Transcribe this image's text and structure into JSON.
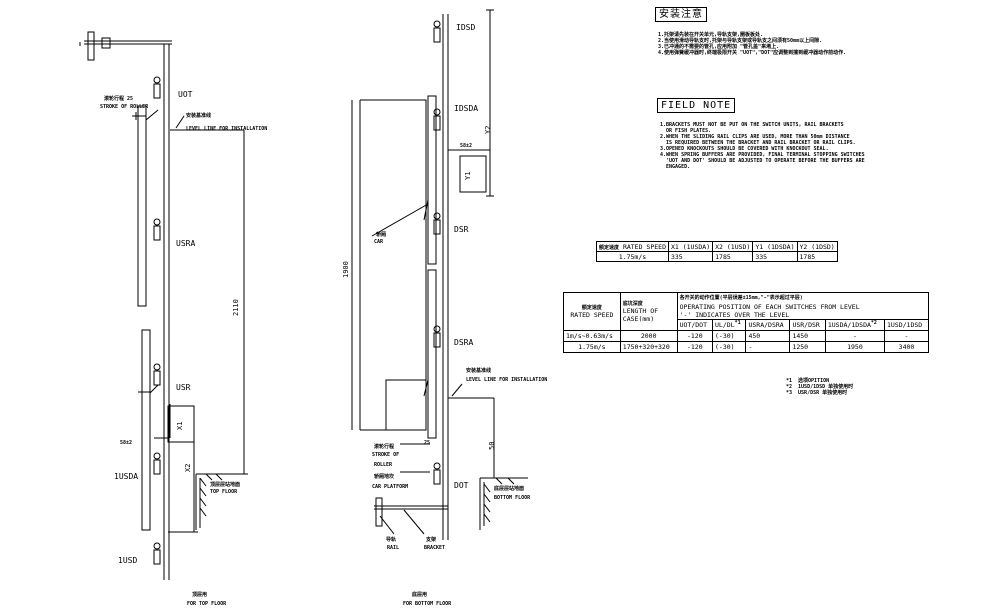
{
  "left_view": {
    "labels": {
      "uot": "UOT",
      "usra": "USRA",
      "usr": "USR",
      "iusda": "1USDA",
      "iusd": "1USD",
      "stroke_cn": "滚轮行程 25",
      "stroke_en": "STROKE OF ROLLER",
      "level_cn": "安装基准线",
      "level_en": "LEVEL LINE FOR INSTALLATION",
      "top_floor_cn": "顶层层站地面",
      "top_floor_en": "TOP FLOOR",
      "dim_2110": "2110",
      "x1": "X1",
      "x2": "X2",
      "dim_58": "58±2",
      "caption_cn": "顶层用",
      "caption_en": "FOR TOP FLOOR"
    }
  },
  "right_view": {
    "labels": {
      "idsd": "IDSD",
      "idsda": "IDSDA",
      "dsr": "DSR",
      "dsra": "DSRA",
      "dot": "DOT",
      "y1": "Y1",
      "y2": "Y2",
      "dim_58": "58±2",
      "car_cn": "轿厢",
      "car_en": "CAR",
      "dim_1900": "1900",
      "level_cn": "安装基准线",
      "level_en": "LEVEL LINE FOR INSTALLATION",
      "stroke_cn": "滚轮行程",
      "stroke_25": "25",
      "stroke_en1": "STROKE OF",
      "stroke_en2": "ROLLER",
      "car_platform_cn": "轿厢地坎",
      "car_platform_en": "CAR PLATFORM",
      "dim_50": "50",
      "bottom_floor_cn": "底层层站地面",
      "bottom_floor_en": "BOTTOM FLOOR",
      "rail_cn": "导轨",
      "rail_en": "RAIL",
      "bracket_cn": "支架",
      "bracket_en": "BRACKET",
      "caption_cn": "底层用",
      "caption_en": "FOR BOTTOM FLOOR"
    }
  },
  "notes_cn": {
    "title": "安装注意",
    "lines": [
      "1.托架请先装在开关单元,导轨支架,圈板板处.",
      "2.当使用滑动导轨支时,托架与导轨支架或导轨支之间须有50mm以上间隙.",
      "3.已冲通的不需要的管孔,应用附加 \"管孔盖\"来堵上.",
      "4.使用弹簧缓冲器时,终端极限开关 \"UOT\",\"DOT\"应调整到撞到缓冲器动作前动作."
    ]
  },
  "notes_en": {
    "title": "FIELD NOTE",
    "lines": [
      "1.BRACKETS MUST NOT BE PUT ON THE SWITCH UNITS, RAIL BRACKETS",
      "  OR FISH PLATES.",
      "2.WHEN THE SLIDING RAIL CLIPS ARE USED, MORE THAN 50mm DISTANCE",
      "  IS REQUIRED BETWEEN THE BRACKET AND RAIL BRACKET OR RAIL CLIPS.",
      "3.OPENED KNOCKOUTS SHOULD BE COVERED WITH KNOCKOUT SEAL.",
      "4.WHEN SPRING BUFFERS ARE PROVIDED, FINAL TERMINAL STOPPING SWITCHES",
      "  'UOT AND DOT' SHOULD BE ADJUSTED TO OPERATE BEFORE THE BUFFERS ARE",
      "  ENGAGED."
    ]
  },
  "table_speed": {
    "headers": [
      "额定速度",
      "RATED SPEED",
      "X1 (1USDA)",
      "X2 (1USD)",
      "Y1 (1DSDA)",
      "Y2 (1DSD)"
    ],
    "row": [
      "1.75m/s",
      "335",
      "1785",
      "335",
      "1785"
    ]
  },
  "table_positions": {
    "h_rated_cn": "额定速度",
    "h_rated_en": "RATED SPEED",
    "h_length_cn": "底坑深度",
    "h_length_en1": "LENGTH OF",
    "h_length_en2": "CASE(mm)",
    "h_op_cn": "各开关的动作位置(平层误差±15mm,\"-\"表示超过平层)",
    "h_op_en1": "OPERATING POSITION OF EACH SWITCHES FROM LEVEL",
    "h_op_en2": "'-' INDICATES OVER THE LEVEL",
    "sub_headers": [
      "UOT/DOT",
      "UL/DL",
      "USRA/DSRA",
      "USR/DSR",
      "1USDA/1DSDA",
      "1USD/1DSD"
    ],
    "sup_marks": [
      "*1",
      "*2"
    ],
    "rows": [
      [
        "1m/s~0.63m/s",
        "2000",
        "-120",
        "(-30)",
        "450",
        "1450",
        "-",
        "-"
      ],
      [
        "1.75m/s",
        "1750+320+320",
        "-120",
        "(-30)",
        "-",
        "1250",
        "1950",
        "3400"
      ]
    ]
  },
  "footnotes": [
    "*1  选项OPITION",
    "*2  1USD/1DSD 单独使用时",
    "*3  USR/DSR 单独使用时"
  ]
}
